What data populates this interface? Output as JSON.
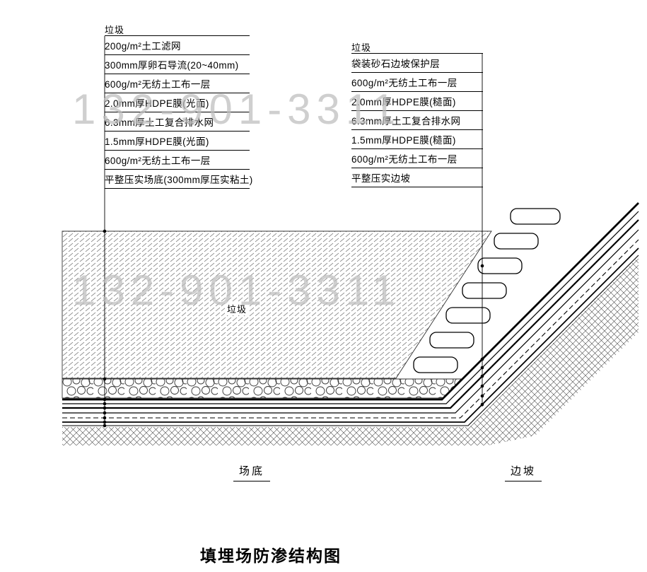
{
  "title": "填埋场防渗结构图",
  "watermark": {
    "text": "132-901-3311"
  },
  "left_table": {
    "header": "垃圾",
    "rows": [
      "200g/m²土工滤网",
      "300mm厚卵石导流(20~40mm)",
      "600g/m²无纺土工布一层",
      "2.0mm厚HDPE膜(光面)",
      "6.3mm厚土工复合排水网",
      "1.5mm厚HDPE膜(光面)",
      "600g/m²无纺土工布一层",
      "平整压实场底(300mm厚压实粘土)"
    ]
  },
  "right_table": {
    "header": "垃圾",
    "rows": [
      "袋装砂石边坡保护层",
      "600g/m²无纺土工布一层",
      "2.0mm厚HDPE膜(糙面)",
      "6.3mm厚土工复合排水网",
      "1.5mm厚HDPE膜(糙面)",
      "600g/m²无纺土工布一层",
      "平整压实边坡"
    ]
  },
  "section": {
    "garbage_label": "垃圾",
    "bottom_label": "场底",
    "slope_label": "边坡"
  },
  "colors": {
    "line": "#000000",
    "hatch": "#666666",
    "watermark": "#bdbdbd"
  }
}
